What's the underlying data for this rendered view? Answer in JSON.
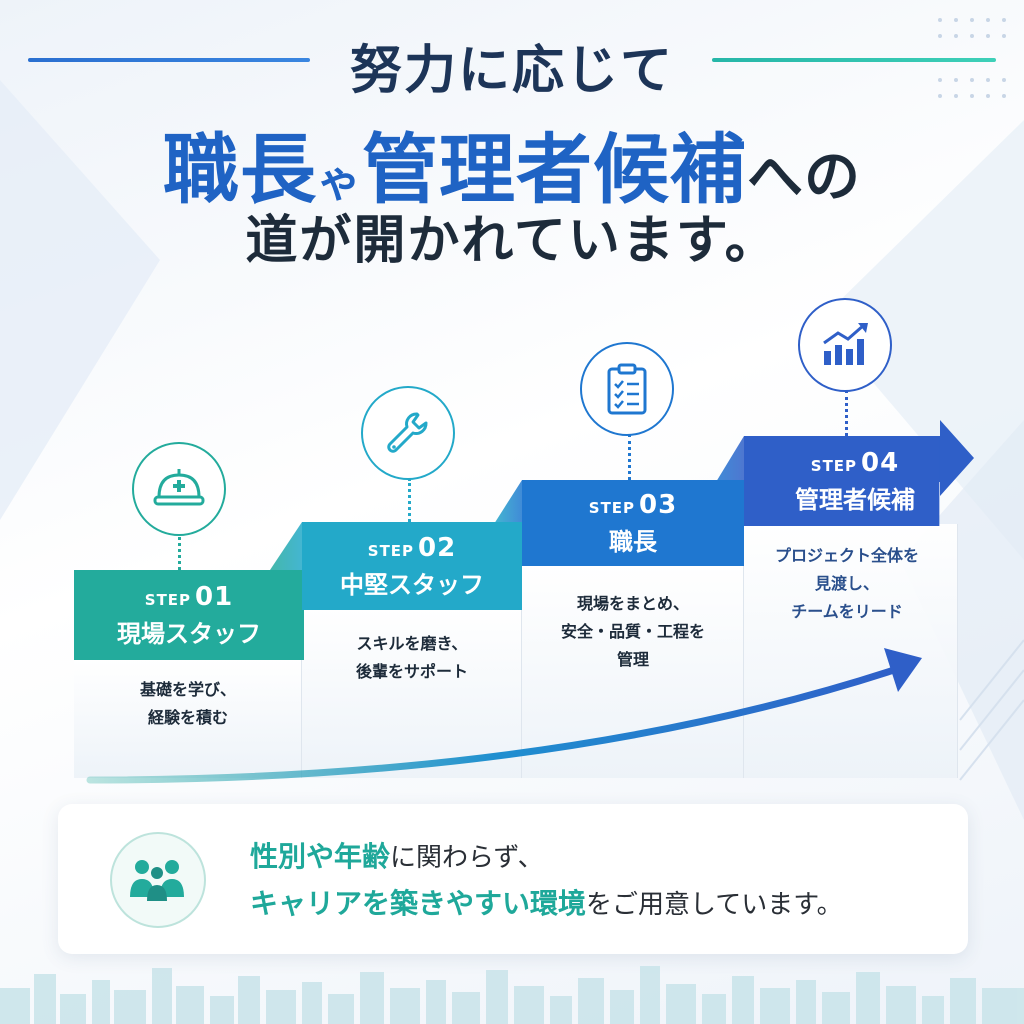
{
  "headline": {
    "line1": "努力に応じて",
    "line2_main": "職長",
    "line2_ya": "ゃ",
    "line2_main2": "管理者候補",
    "line2_tail": "への",
    "line3": "道が開かれています。"
  },
  "steps": [
    {
      "step_prefix": "STEP",
      "step_number": "01",
      "title": "現場スタッフ",
      "desc_lines": [
        "基礎を学び、",
        "経験を積む"
      ],
      "icon": "hard-hat-icon",
      "color": "#23ab9c"
    },
    {
      "step_prefix": "STEP",
      "step_number": "02",
      "title": "中堅スタッフ",
      "desc_lines": [
        "スキルを磨き、",
        "後輩をサポート"
      ],
      "icon": "wrench-icon",
      "color": "#23a9c9"
    },
    {
      "step_prefix": "STEP",
      "step_number": "03",
      "title": "職長",
      "desc_lines": [
        "現場をまとめ、",
        "安全・品質・工程を",
        "管理"
      ],
      "icon": "clipboard-checklist-icon",
      "color": "#1f77d0"
    },
    {
      "step_prefix": "STEP",
      "step_number": "04",
      "title": "管理者候補",
      "desc_lines": [
        "プロジェクト全体を",
        "見渡し、",
        "チームをリード"
      ],
      "icon": "bar-chart-growth-icon",
      "color": "#2f5fc8"
    }
  ],
  "message": {
    "line1_hl": "性別や年齢",
    "line1_rest": "に関わらず、",
    "line2_hl": "キャリアを築きやすい環境",
    "line2_rest": "をご用意しています。",
    "icon": "people-group-icon"
  },
  "colors": {
    "teal": "#23ab9c",
    "cyan": "#23a9c9",
    "blue": "#1f77d0",
    "indigo": "#2f5fc8",
    "navy_text": "#1d3558"
  }
}
